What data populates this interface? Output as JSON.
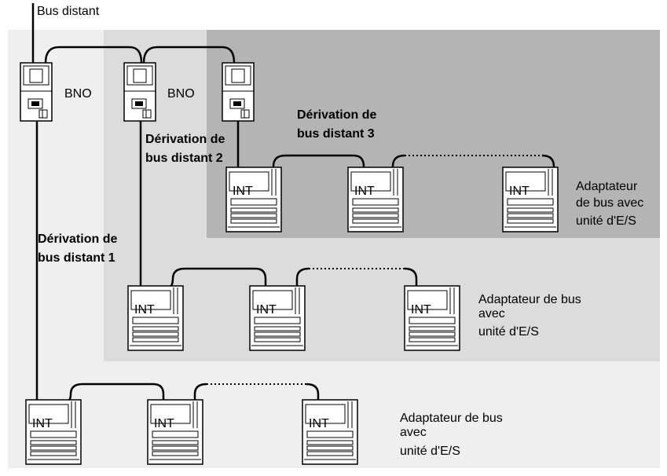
{
  "title": "Bus distant",
  "bno_label": "BNO",
  "int_label": "INT",
  "drops": [
    {
      "line1": "Dérivation de",
      "line2": "bus distant 1"
    },
    {
      "line1": "Dérivation de",
      "line2": "bus distant 2"
    },
    {
      "line1": "Dérivation de",
      "line2": "bus distant 3"
    }
  ],
  "adapter_labels": [
    {
      "lines": [
        "Adaptateur",
        "de bus avec",
        "unité d'E/S"
      ]
    },
    {
      "lines": [
        "Adaptateur de bus",
        "avec",
        "unité d'E/S"
      ]
    },
    {
      "lines": [
        "Adaptateur de bus",
        "avec",
        "unité d'E/S"
      ]
    }
  ],
  "colors": {
    "zone1": "#efefef",
    "zone2": "#dcdcdc",
    "zone3": "#b4b4b4",
    "line": "#000000"
  }
}
